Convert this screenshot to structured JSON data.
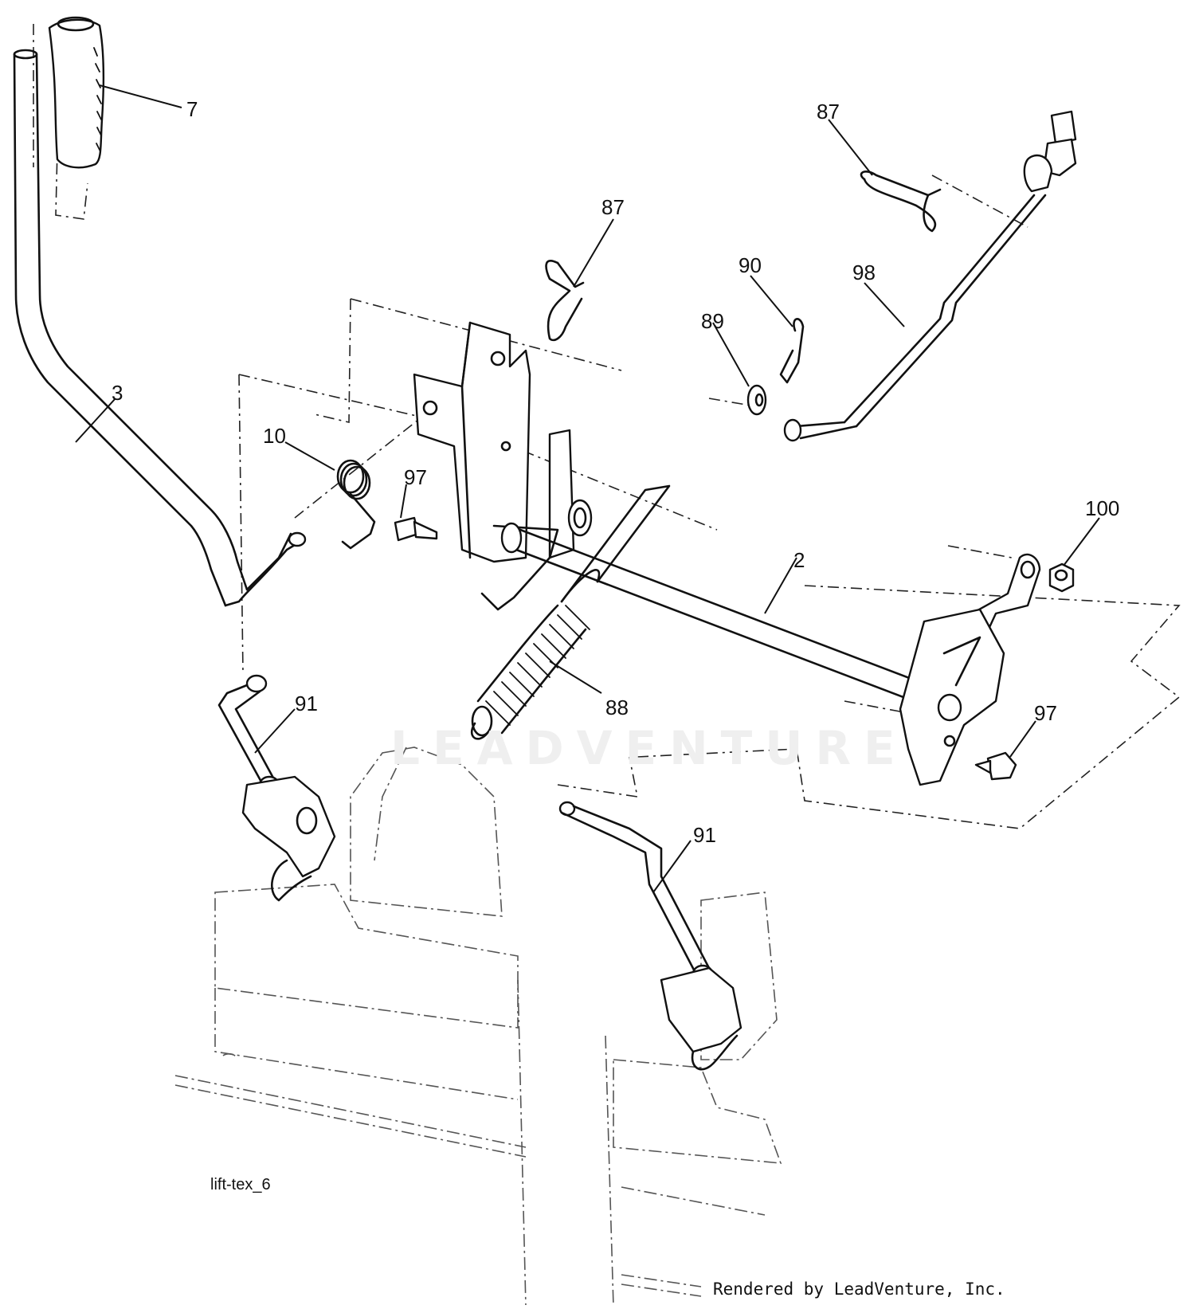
{
  "callouts": {
    "c7": "7",
    "c87_top": "87",
    "c87_mid": "87",
    "c90": "90",
    "c98": "98",
    "c89": "89",
    "c3": "3",
    "c10": "10",
    "c97_left": "97",
    "c100": "100",
    "c2": "2",
    "c91_left": "91",
    "c88": "88",
    "c97_right": "97",
    "c91_right": "91"
  },
  "diagram_label": "lift-tex_6",
  "credit": "Rendered by LeadVenture, Inc.",
  "watermark": "LEADVENTURE"
}
